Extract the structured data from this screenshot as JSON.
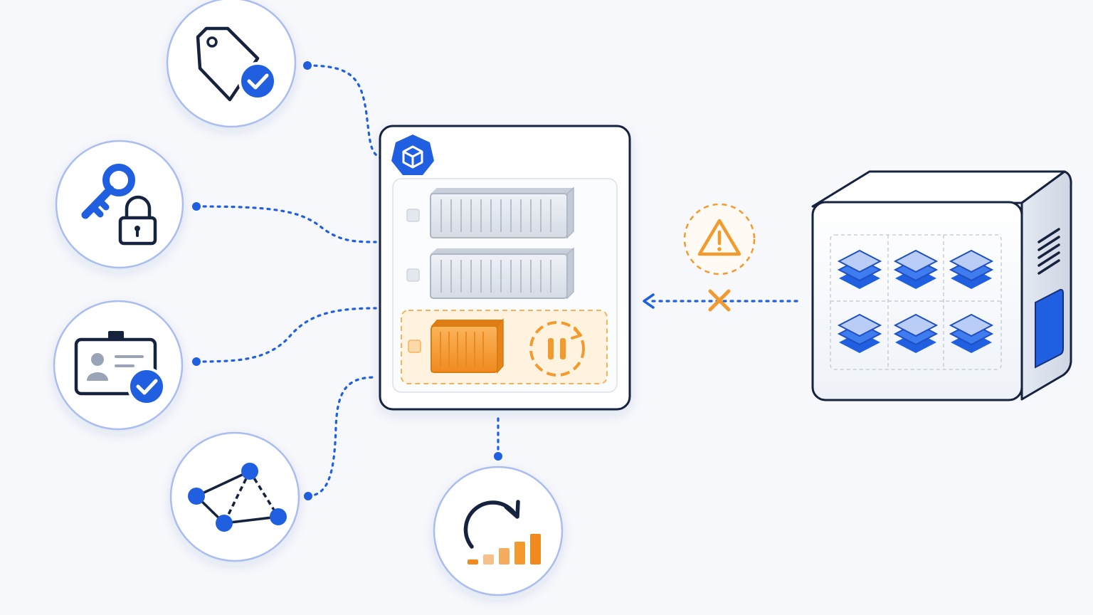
{
  "colors": {
    "background": "#f6f8fc",
    "primary_blue": "#1f5fe0",
    "dark_navy": "#16233f",
    "ring_blue": "#a9bdf0",
    "warning_orange": "#f39a2e",
    "container_gray": "#dfe3ea",
    "light_panel": "#fbfcfe"
  },
  "icons": {
    "feature_circles": [
      "price-tag-verified-icon",
      "key-and-lock-icon",
      "id-badge-verified-icon",
      "network-graph-icon"
    ],
    "bottom_circle": "refresh-scaling-bars-icon",
    "cluster_logo": "kubernetes-cube-hex-icon",
    "warning": "warning-triangle-icon",
    "blocked_link": "x-cross-icon",
    "paused_state": "pause-restart-icon"
  },
  "node": {
    "containers": [
      {
        "state": "idle"
      },
      {
        "state": "idle"
      },
      {
        "state": "paused"
      }
    ]
  },
  "registry": {
    "grid_rows": 2,
    "grid_cols": 3,
    "layer_icon": "stacked-layers-icon",
    "connection_state": "blocked"
  }
}
